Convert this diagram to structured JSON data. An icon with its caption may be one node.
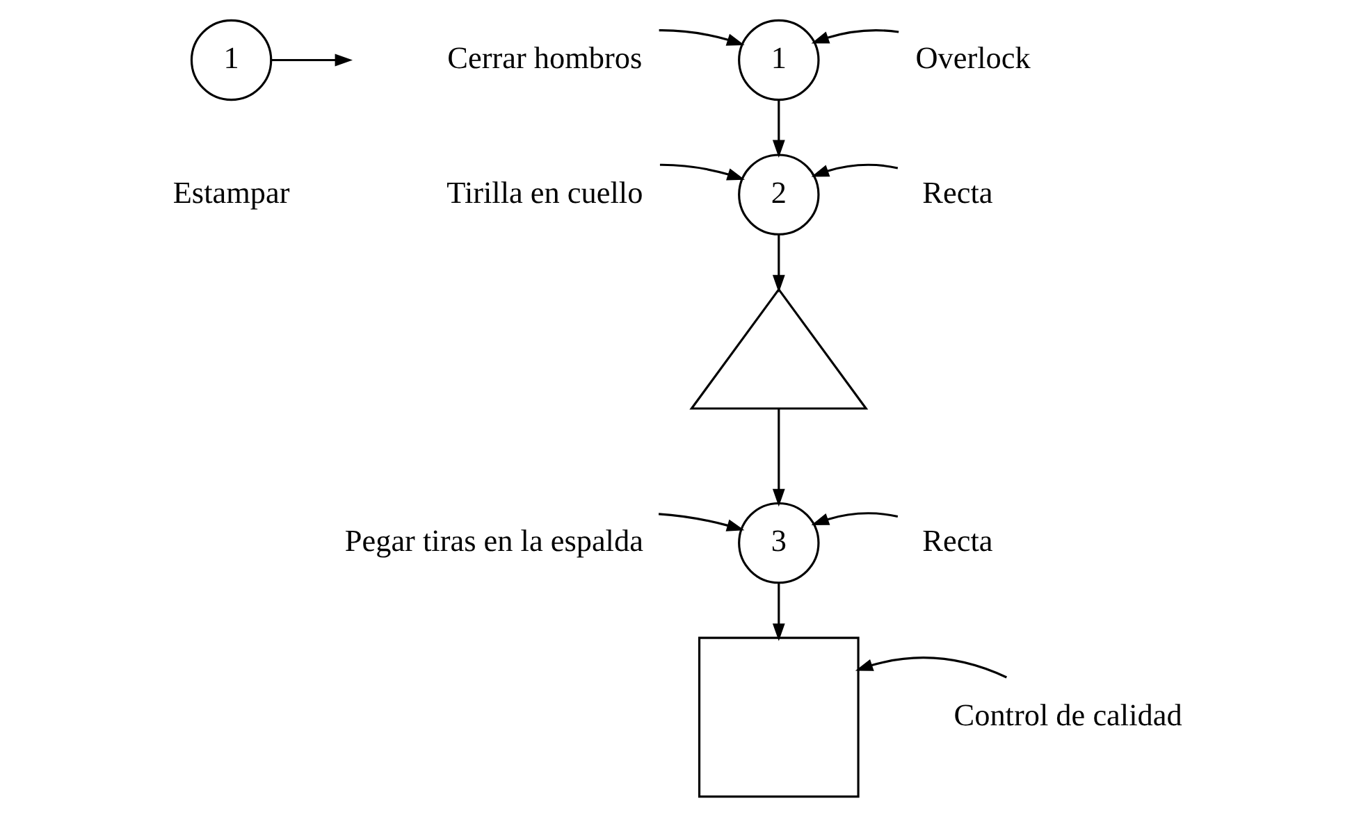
{
  "diagram": {
    "nodes": [
      {
        "text": [
          "1"
        ],
        "beside": [
          "Estampar"
        ]
      },
      {
        "text": [
          "1"
        ]
      },
      {
        "text": [
          "2"
        ]
      },
      {
        "text": [],
        "shape": "triangle"
      },
      {
        "text": [
          "3"
        ]
      },
      {
        "text": [],
        "shape": "box"
      },
      {
        "text": [
          "Cerrar hombros"
        ]
      },
      {
        "text": [
          "Overlock"
        ]
      },
      {
        "text": [
          "Tirilla en cuello"
        ]
      },
      {
        "text": [
          "Recta"
        ]
      },
      {
        "text": [
          "Pegar tiras en la espalda"
        ]
      },
      {
        "text": [
          "Recta"
        ]
      },
      {
        "text": [
          "Control de calidad"
        ]
      }
    ],
    "edges": [
      {
        "from": 0,
        "to": null,
        "arrow": "to"
      },
      {
        "from": 1,
        "to": 2,
        "arrow": "to"
      },
      {
        "from": 2,
        "to": 3,
        "arrow": "to"
      },
      {
        "from": 3,
        "to": 4,
        "arrow": "to"
      },
      {
        "from": 4,
        "to": 5,
        "arrow": "to"
      },
      {
        "from": 6,
        "to": 1,
        "arrow": "to"
      },
      {
        "from": 7,
        "to": 1,
        "arrow": "to"
      },
      {
        "from": 8,
        "to": 2,
        "arrow": "to"
      },
      {
        "from": 9,
        "to": 2,
        "arrow": "to"
      },
      {
        "from": 10,
        "to": 4,
        "arrow": "to"
      },
      {
        "from": 11,
        "to": 4,
        "arrow": "to"
      },
      {
        "from": 12,
        "to": 5,
        "arrow": "to"
      }
    ]
  }
}
